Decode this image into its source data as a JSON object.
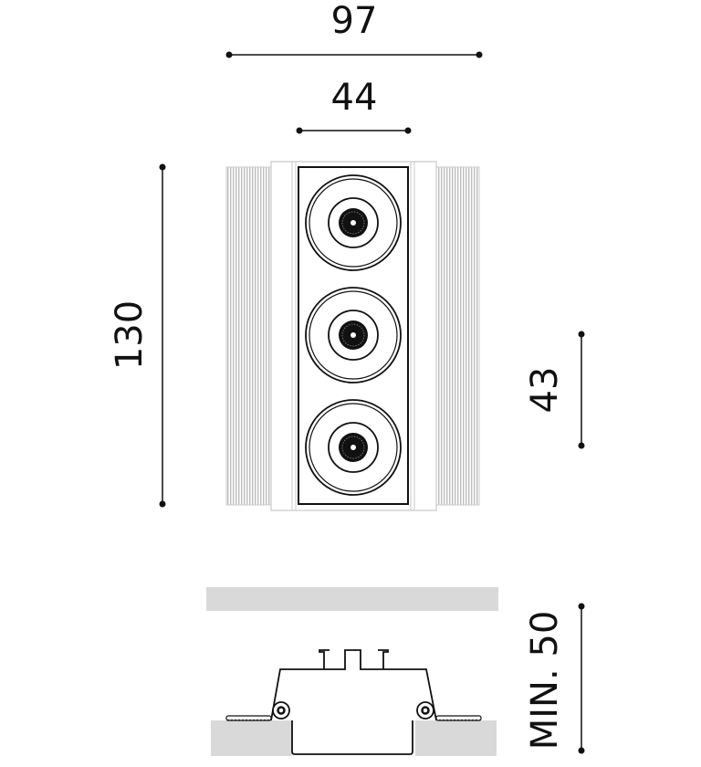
{
  "dimensions": {
    "overall_width": "97",
    "module_width": "44",
    "overall_length": "130",
    "module_pitch": "43",
    "min_depth": "MIN. 50"
  },
  "colors": {
    "line": "#111111",
    "fill_gray": "#d9d9d9",
    "fin_gray": "#bdbdbd"
  },
  "spots": [
    {
      "name": "spot-1"
    },
    {
      "name": "spot-2"
    },
    {
      "name": "spot-3"
    }
  ]
}
